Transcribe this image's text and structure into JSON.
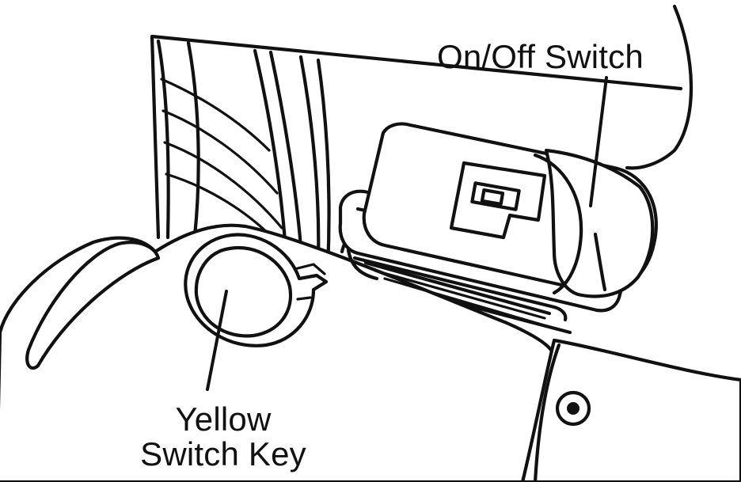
{
  "labels": {
    "on_off_switch": "On/Off Switch",
    "yellow_switch_key_line1": "Yellow",
    "yellow_switch_key_line2": "Switch Key"
  },
  "colors": {
    "ink": "#111111",
    "background": "#ffffff"
  }
}
